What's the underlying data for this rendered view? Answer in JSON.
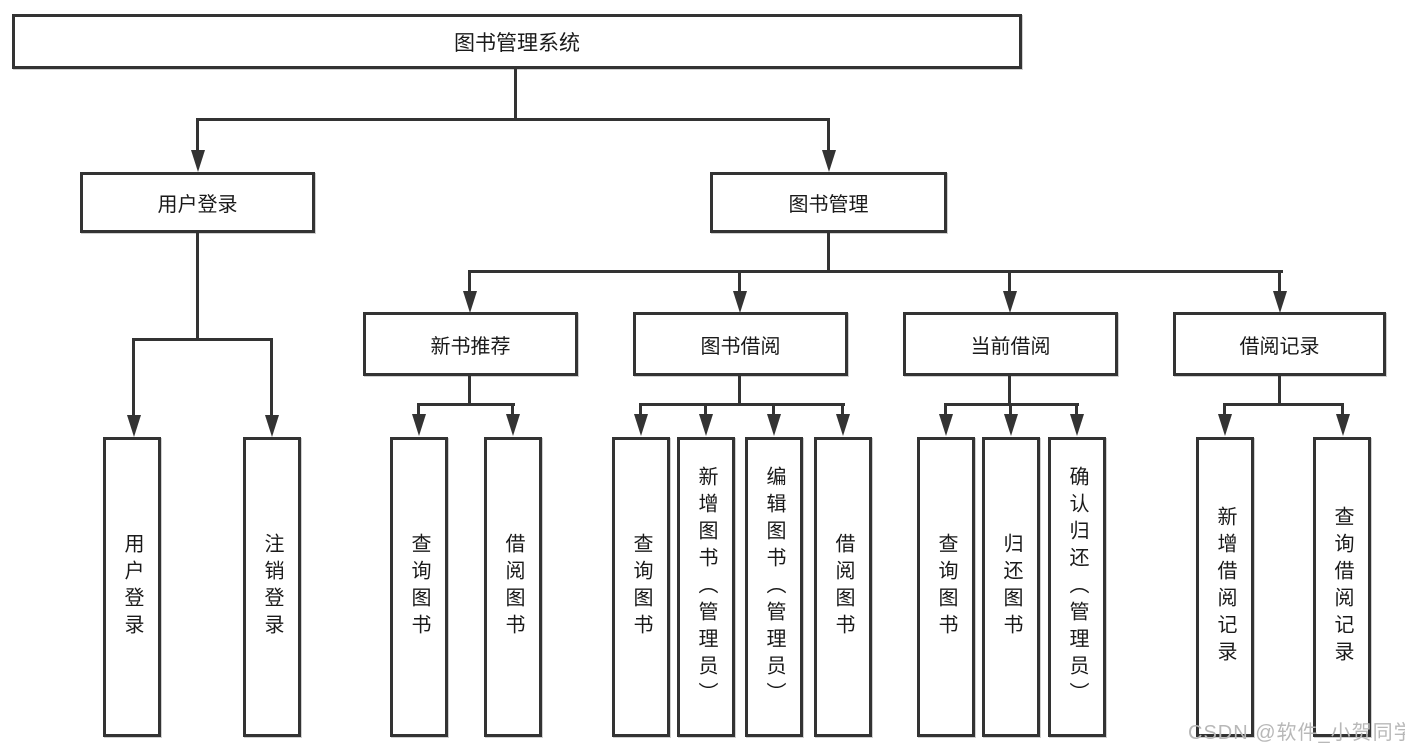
{
  "diagram": {
    "type": "hierarchy",
    "root": "图书管理系统",
    "branches": [
      {
        "label": "用户登录",
        "children": [
          "用户登录",
          "注销登录"
        ]
      },
      {
        "label": "图书管理",
        "sections": [
          {
            "label": "新书推荐",
            "children": [
              "查询图书",
              "借阅图书"
            ]
          },
          {
            "label": "图书借阅",
            "children": [
              "查询图书",
              "新增图书（管理员）",
              "编辑图书（管理员）",
              "借阅图书"
            ]
          },
          {
            "label": "当前借阅",
            "children": [
              "查询图书",
              "归还图书",
              "确认归还（管理员）"
            ]
          },
          {
            "label": "借阅记录",
            "children": [
              "新增借阅记录",
              "查询借阅记录"
            ]
          }
        ]
      }
    ]
  },
  "watermark": {
    "text": "CSDN @软件_小贺同学"
  },
  "colors": {
    "line": "#333333",
    "border": "#333333",
    "text": "#1a1a1a",
    "background": "#ffffff",
    "watermark": "#b8b8b8"
  }
}
